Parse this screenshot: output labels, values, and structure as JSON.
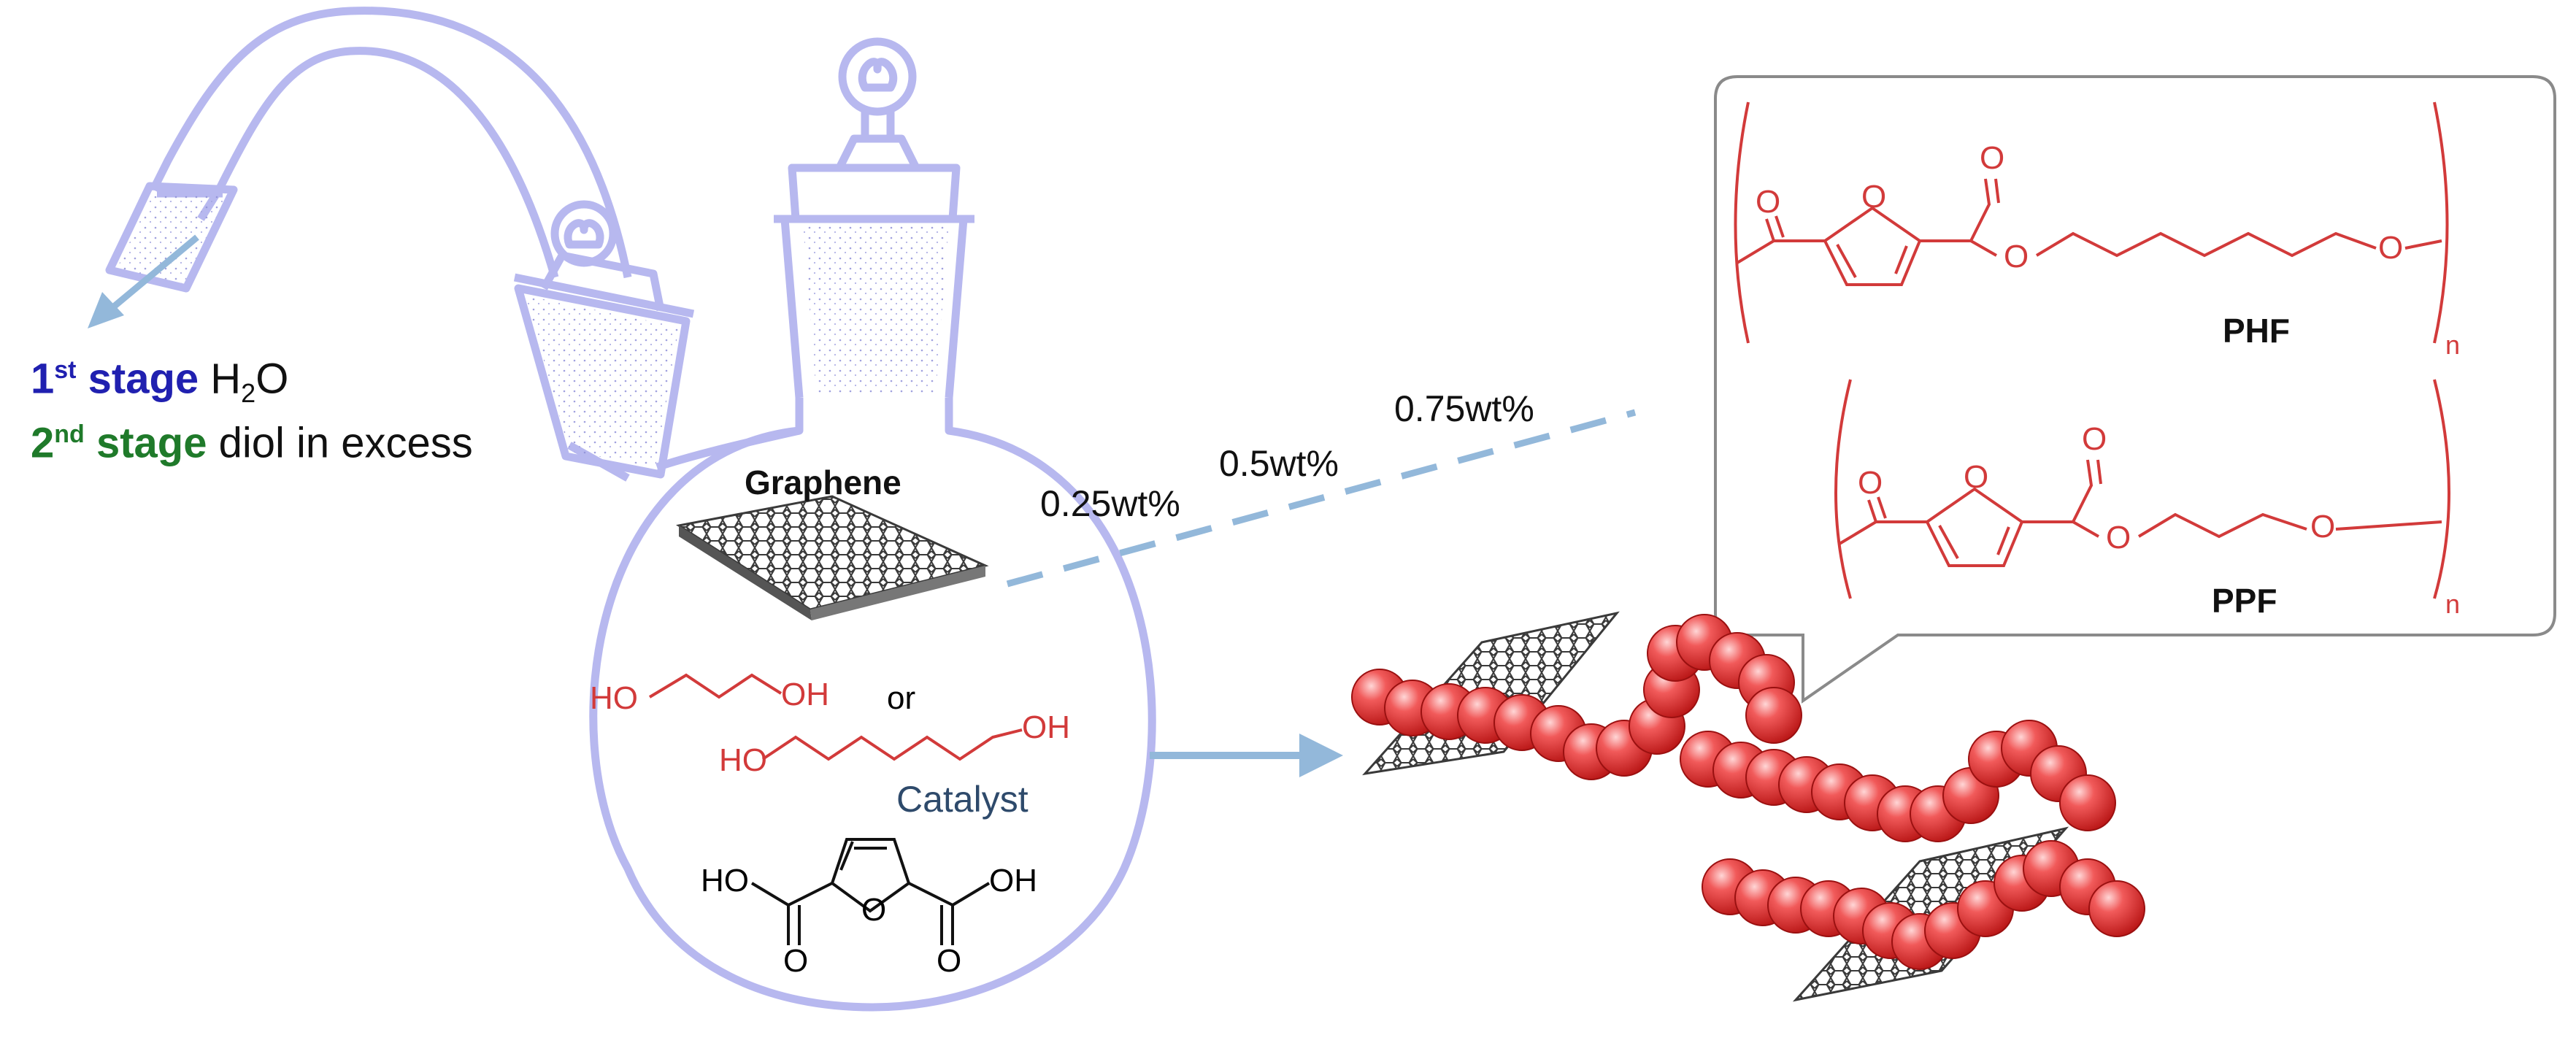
{
  "stages": {
    "first": {
      "num": "1",
      "sup": "st",
      "word": "stage",
      "pre": "H",
      "sub": "2",
      "post": "O"
    },
    "second": {
      "num": "2",
      "sup": "nd",
      "word": "stage",
      "text": "diol in excess"
    }
  },
  "graphene_label": "Graphene",
  "loadings": [
    "0.25wt%",
    "0.5wt%",
    "0.75wt%"
  ],
  "reactants": {
    "diol_short_left": "HO",
    "diol_short_right": "OH",
    "or": "or",
    "diol_long_left": "HO",
    "diol_long_right": "OH",
    "catalyst": "Catalyst",
    "acid_left": "HO",
    "acid_right": "OH",
    "acid_ring_o": "O",
    "acid_carbonyl_left": "O",
    "acid_carbonyl_right": "O"
  },
  "polymers": [
    {
      "name": "PHF",
      "ring_o": "O",
      "carbonyl_left": "O",
      "carbonyl_right": "O",
      "ester_o": "O",
      "end_o": "O",
      "sub": "n"
    },
    {
      "name": "PPF",
      "ring_o": "O",
      "carbonyl_left": "O",
      "carbonyl_right": "O",
      "ester_o": "O",
      "end_o": "O",
      "sub": "n"
    }
  ],
  "colors": {
    "glassware": "#b7b8ef",
    "arrow": "#93b8da",
    "dash": "#93b8da",
    "polymer_red": "#d23a3a",
    "stage1": "#2020b0",
    "stage2": "#1f7a2a",
    "bead": "#e83a3a",
    "graphene": "#3a3a3a"
  }
}
